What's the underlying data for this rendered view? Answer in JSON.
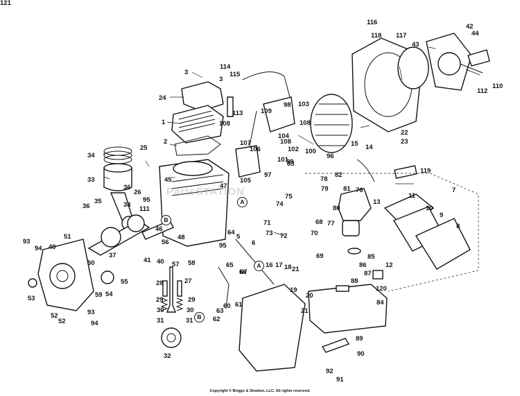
{
  "copyright": "Copyright © Briggs & Stratton, LLC. All rights reserved.",
  "watermark": "PartsSTATION",
  "callout_labels": [
    "1",
    "2",
    "3",
    "3",
    "5",
    "6",
    "7",
    "8",
    "9",
    "10",
    "11",
    "12",
    "13",
    "14",
    "15",
    "16",
    "17",
    "18",
    "19",
    "20",
    "21",
    "21",
    "22",
    "23",
    "24",
    "25",
    "26",
    "27",
    "28",
    "29",
    "29",
    "30",
    "30",
    "31",
    "31",
    "32",
    "33",
    "34",
    "35",
    "36",
    "36",
    "37",
    "38",
    "40",
    "41",
    "42",
    "43",
    "44",
    "45",
    "46",
    "47",
    "48",
    "49",
    "50",
    "51",
    "52",
    "52",
    "53",
    "54",
    "55",
    "56",
    "57",
    "58",
    "59",
    "60",
    "61",
    "62",
    "63",
    "64",
    "65",
    "66",
    "67",
    "68",
    "69",
    "70",
    "71",
    "72",
    "73",
    "74",
    "75",
    "76",
    "77",
    "78",
    "79",
    "80",
    "81",
    "82",
    "83",
    "84",
    "85",
    "86",
    "87",
    "88",
    "89",
    "90",
    "91",
    "92",
    "93",
    "93",
    "94",
    "94",
    "95",
    "95",
    "96",
    "97",
    "98",
    "99",
    "100",
    "101",
    "102",
    "103",
    "104",
    "105",
    "106",
    "107",
    "108",
    "108",
    "108",
    "109",
    "110",
    "111",
    "112",
    "113",
    "114",
    "115",
    "116",
    "117",
    "118",
    "119",
    "120",
    "121"
  ],
  "circled_markers": [
    "A",
    "A",
    "B",
    "B"
  ]
}
